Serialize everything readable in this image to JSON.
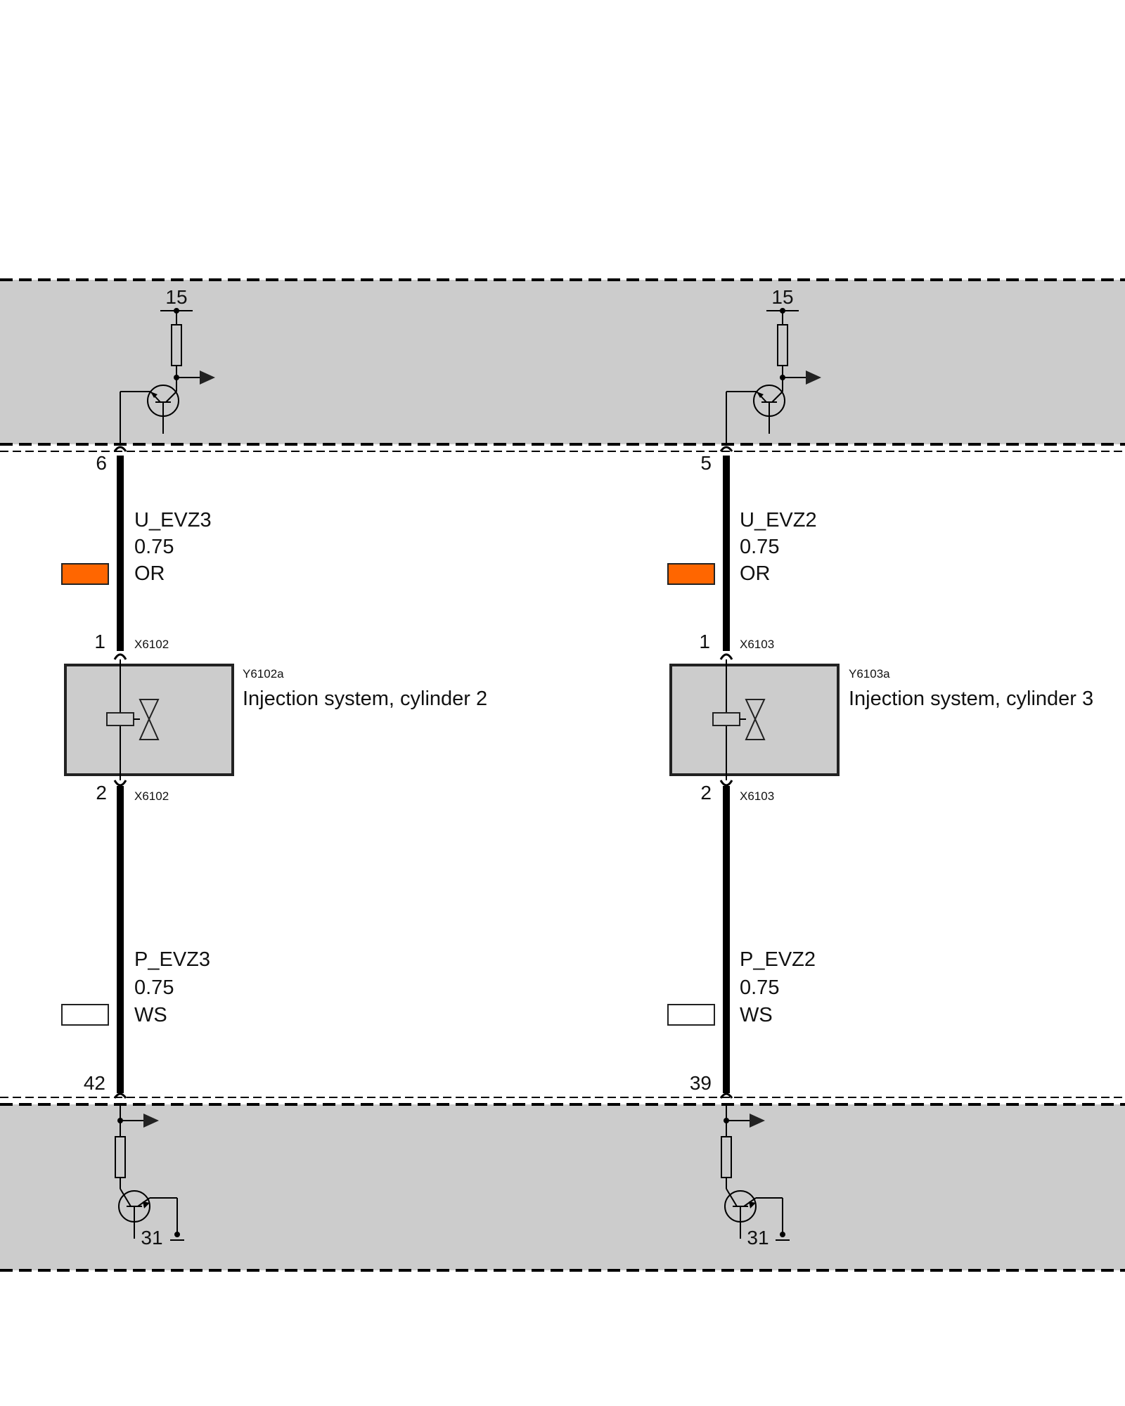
{
  "colors": {
    "band": "#cccccc",
    "wire": "#000000",
    "wire_or": "#ff6600",
    "wire_ws": "#ffffff",
    "outline": "#222222"
  },
  "terminal_top": "15",
  "terminal_ground": "31",
  "circuits": [
    {
      "pin_top": "6",
      "signal_top": "U_EVZ3",
      "size_top": "0.75",
      "color_top": "OR",
      "color_top_hex": "#ff6600",
      "connector_pin_top": "1",
      "connector_top": "X6102",
      "component_id": "Y6102a",
      "component_name": "Injection system, cylinder 2",
      "connector_pin_bottom": "2",
      "connector_bottom": "X6102",
      "signal_bottom": "P_EVZ3",
      "size_bottom": "0.75",
      "color_bottom": "WS",
      "color_bottom_hex": "#ffffff",
      "pin_bottom": "42"
    },
    {
      "pin_top": "5",
      "signal_top": "U_EVZ2",
      "size_top": "0.75",
      "color_top": "OR",
      "color_top_hex": "#ff6600",
      "connector_pin_top": "1",
      "connector_top": "X6103",
      "component_id": "Y6103a",
      "component_name": "Injection system, cylinder 3",
      "connector_pin_bottom": "2",
      "connector_bottom": "X6103",
      "signal_bottom": "P_EVZ2",
      "size_bottom": "0.75",
      "color_bottom": "WS",
      "color_bottom_hex": "#ffffff",
      "pin_bottom": "39"
    }
  ]
}
